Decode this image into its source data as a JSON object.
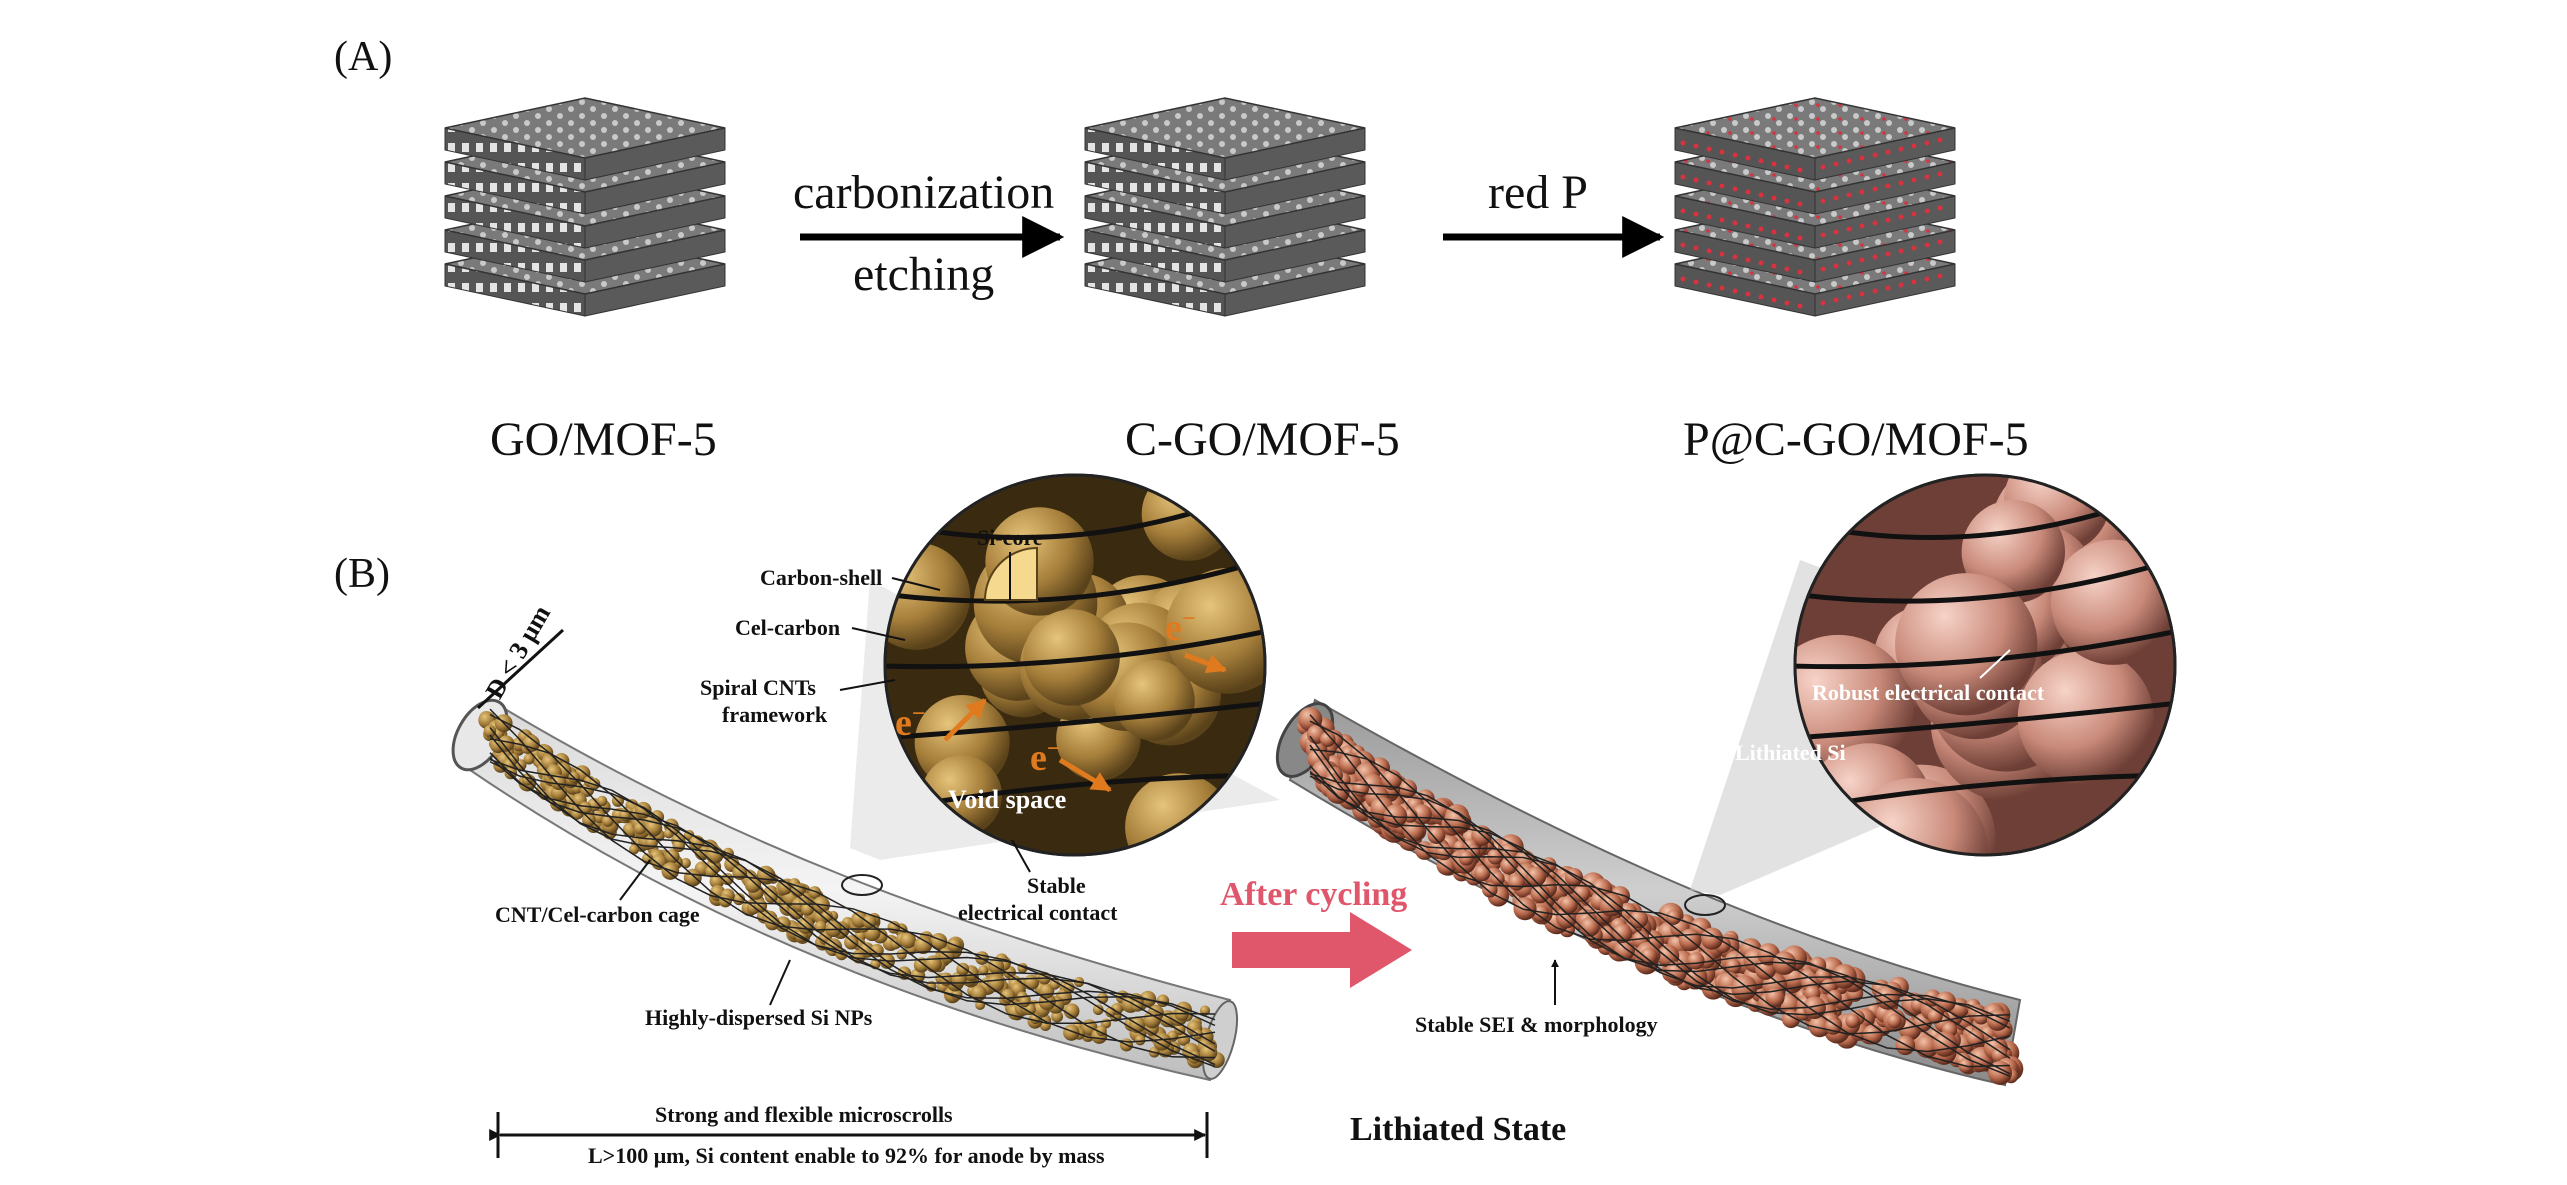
{
  "panel_a": {
    "label": "(A)",
    "step1_top": "carbonization",
    "step1_bottom": "etching",
    "step2": "red P",
    "names": [
      "GO/MOF-5",
      "C-GO/MOF-5",
      "P@C-GO/MOF-5"
    ]
  },
  "panel_b": {
    "label": "(B)",
    "diameter": "D < 3 μm",
    "si_core": "Si-core",
    "carbon_shell": "Carbon-shell",
    "cel_carbon": "Cel-carbon",
    "spiral_cnts_1": "Spiral CNTs",
    "spiral_cnts_2": "framework",
    "electron": "e",
    "electron_sup": "−",
    "void_space": "Void space",
    "stable_contact_1": "Stable",
    "stable_contact_2": "electrical contact",
    "cage": "CNT/Cel-carbon cage",
    "dispersed": "Highly-dispersed Si NPs",
    "strong": "Strong and flexible microscrolls",
    "length": "L>100 μm, Si content enable to 92% for anode by mass",
    "after_cycling": "After cycling",
    "robust": "Robust electrical contact",
    "lithiated_si": "Lithiated Si",
    "stable_sei": "Stable SEI & morphology",
    "lithiated_state": "Lithiated State"
  },
  "colors": {
    "stack_gray": "#6b6b6b",
    "stack_dark": "#3c3c3c",
    "red_p": "#d8323f",
    "si_gold": "#a67f3b",
    "lithiated": "#c98a7a",
    "after_arrow": "#e0566b",
    "electron": "#e07a1f"
  }
}
